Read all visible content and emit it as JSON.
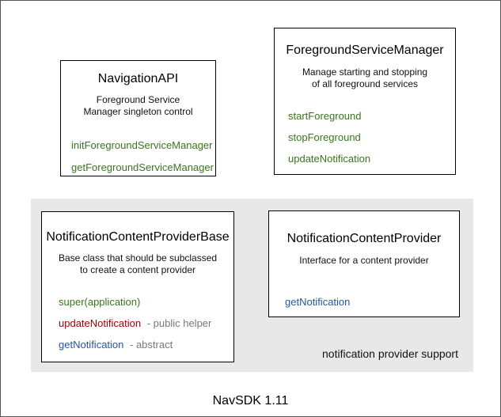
{
  "footer": "NavSDK 1.11",
  "colors": {
    "method_green": "#38761d",
    "method_red": "#990000",
    "method_blue": "#2356a8",
    "annotation_gray": "#777777",
    "panel_bg": "#e8e8e8"
  },
  "panel": {
    "label": "notification provider support"
  },
  "boxes": [
    {
      "title": "NavigationAPI",
      "description_lines": [
        "Foreground Service",
        "Manager singleton control"
      ],
      "methods": [
        {
          "name": "initForegroundServiceManager",
          "color": "#38761d"
        },
        {
          "name": "getForegroundServiceManager",
          "color": "#38761d"
        }
      ]
    },
    {
      "title": "ForegroundServiceManager",
      "description_lines": [
        "Manage starting and stopping",
        "of all foreground services"
      ],
      "methods": [
        {
          "name": "startForeground",
          "color": "#38761d"
        },
        {
          "name": "stopForeground",
          "color": "#38761d"
        },
        {
          "name": "updateNotification",
          "color": "#38761d"
        }
      ]
    },
    {
      "title": "NotificationContentProviderBase",
      "description_lines": [
        "Base class that should be subclassed",
        "to create a content provider"
      ],
      "methods": [
        {
          "name": "super(application)",
          "color": "#38761d",
          "annotation": ""
        },
        {
          "name": "updateNotification",
          "color": "#990000",
          "annotation": "- public helper"
        },
        {
          "name": "getNotification",
          "color": "#2356a8",
          "annotation": "- abstract"
        }
      ]
    },
    {
      "title": "NotificationContentProvider",
      "description_lines": [
        "Interface for a content provider"
      ],
      "methods": [
        {
          "name": "getNotification",
          "color": "#2356a8"
        }
      ]
    }
  ]
}
